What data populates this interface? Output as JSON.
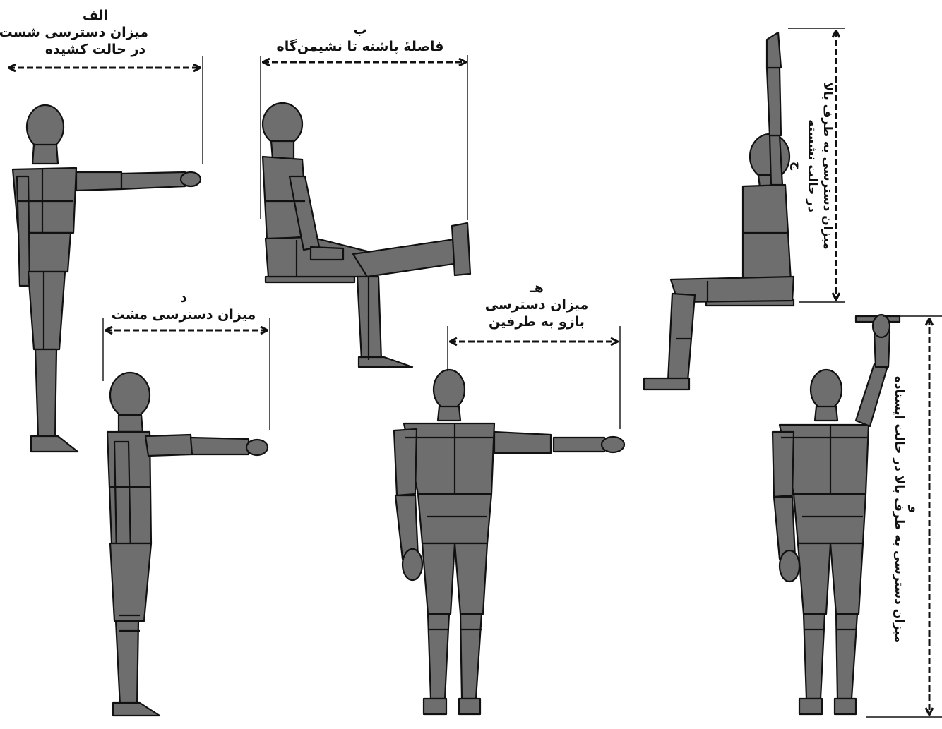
{
  "labels": {
    "a": {
      "letter": "الف",
      "line1": "میزان دسترسی شست",
      "line2": "در حالت کشیده"
    },
    "b": {
      "letter": "ب",
      "line1": "فاصلهٔ پاشنه تا نشیمن‌گاه"
    },
    "c": {
      "letter": "ج",
      "line1": "میزان دسترسی به طرف بالا",
      "line2": "در حالت نشسته"
    },
    "d": {
      "letter": "د",
      "line1": "میزان دسترسی مشت"
    },
    "e": {
      "letter": "هـ",
      "line1": "میزان دسترسی",
      "line2": "بازو به طرفین"
    },
    "f": {
      "letter": "و",
      "line1": "میزان دسترسی به طرف بالا در حالت ایستاده"
    }
  },
  "colors": {
    "figure_fill": "#6e6e6e",
    "outline": "#111111",
    "background": "#ffffff"
  }
}
